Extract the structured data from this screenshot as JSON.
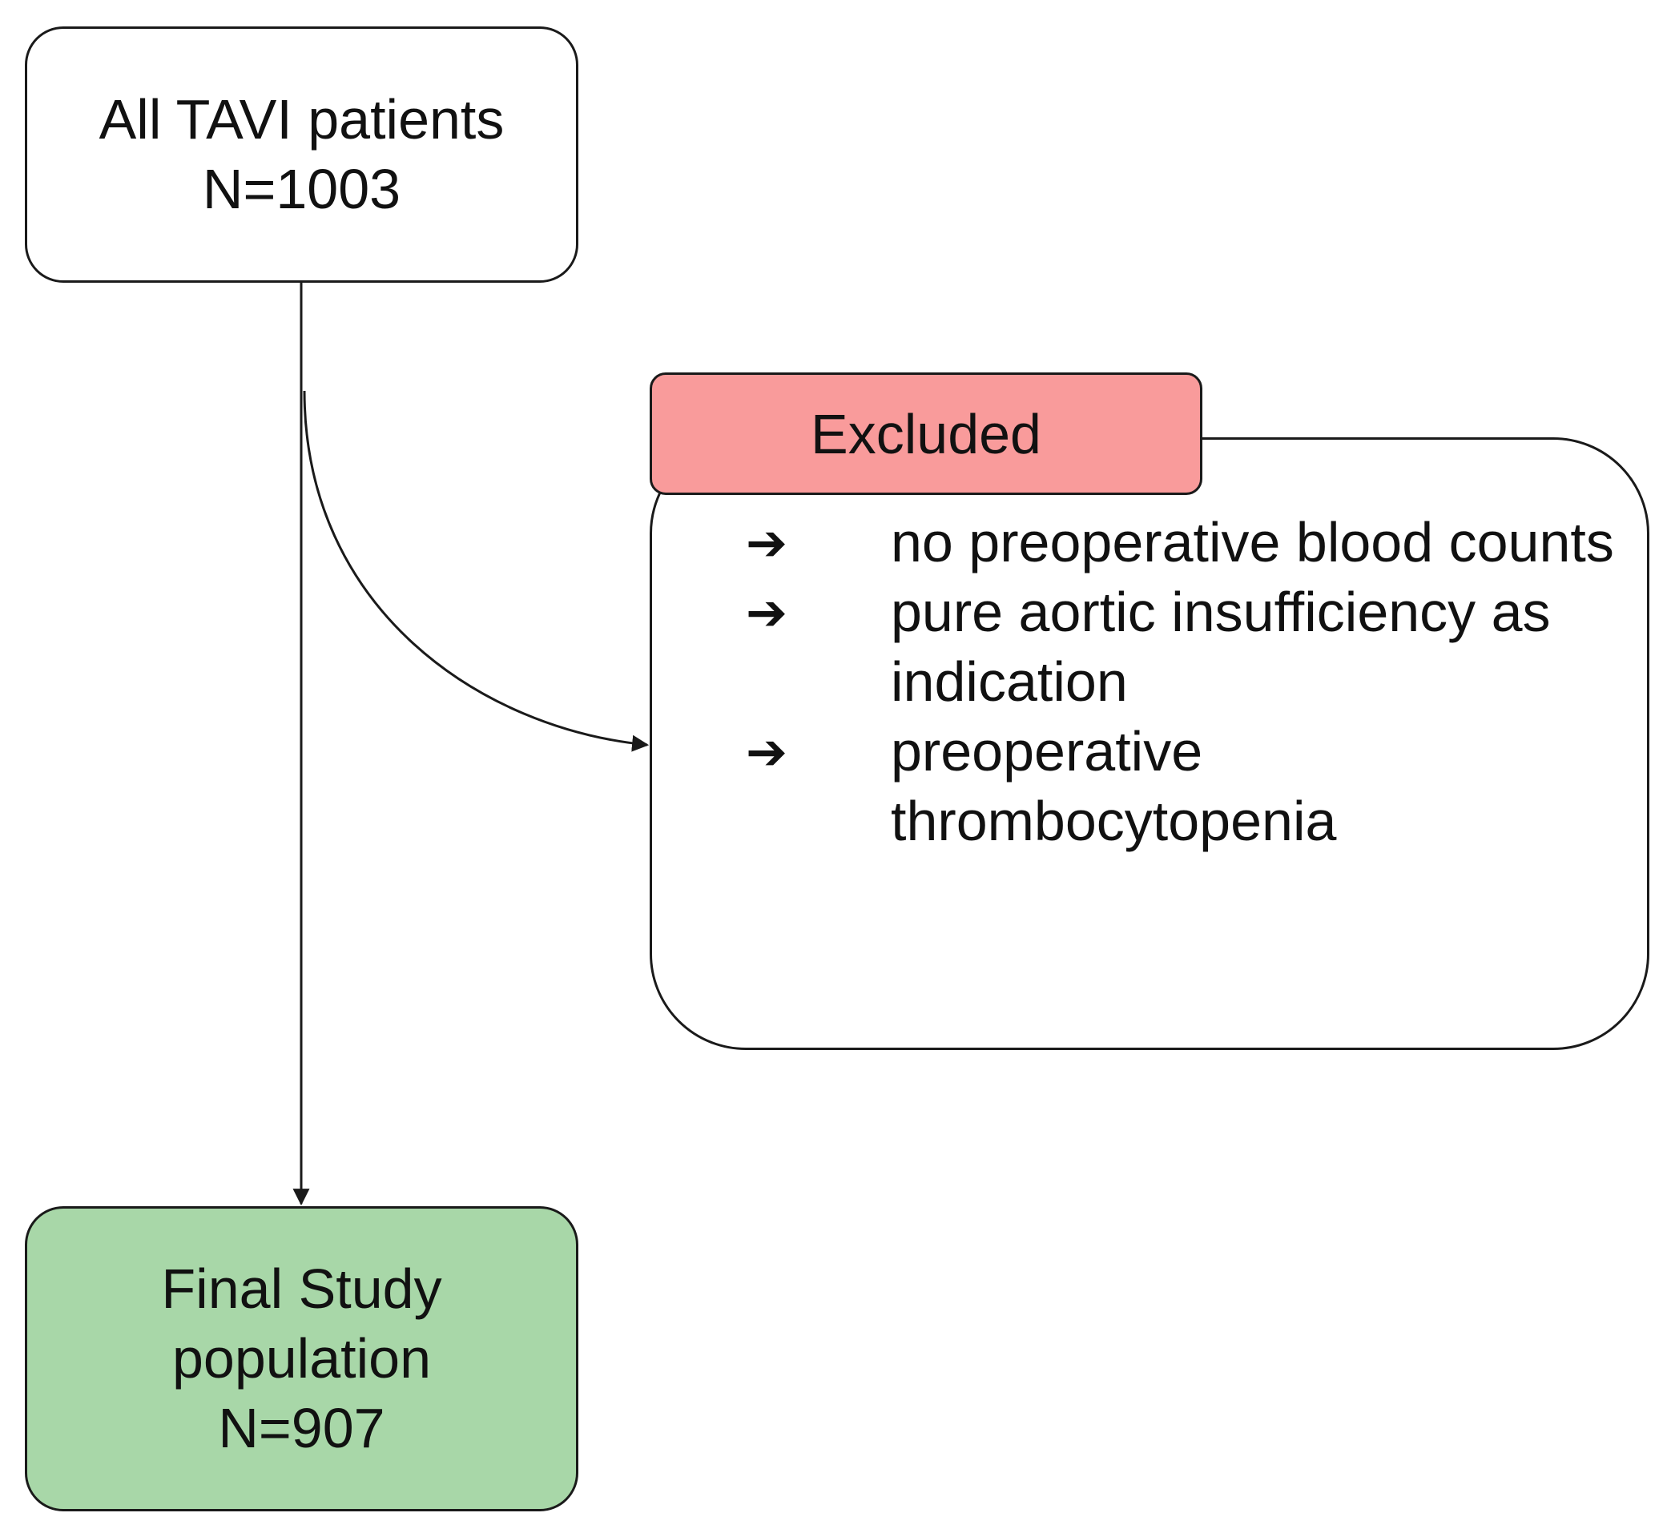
{
  "nodes": {
    "all_patients": {
      "title": "All TAVI patients",
      "count": "N=1003"
    },
    "excluded": {
      "title": "Excluded",
      "criteria": [
        "no preoperative blood counts",
        "pure aortic insufficiency as indication",
        "preoperative thrombocytopenia"
      ]
    },
    "final_population": {
      "title_line1": "Final Study",
      "title_line2": "population",
      "count": "N=907"
    }
  },
  "icons": {
    "bullet": "arrow-right-icon"
  },
  "colors": {
    "excluded_header": "#f99b9b",
    "final_box": "#a8d7a8",
    "border": "#1a1a1a"
  }
}
